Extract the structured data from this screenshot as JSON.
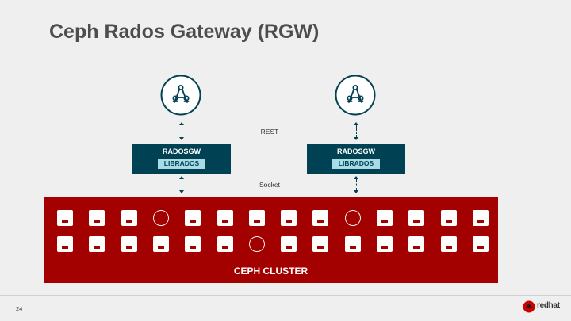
{
  "slide": {
    "title": "Ceph Rados Gateway (RGW)",
    "page_number": "24"
  },
  "diagram": {
    "clients": [
      {
        "name": "left-client",
        "icon": "s3-client-icon"
      },
      {
        "name": "right-client",
        "icon": "s3-client-icon"
      }
    ],
    "gateways": [
      {
        "label": "RADOSGW",
        "library": "LIBRADOS"
      },
      {
        "label": "RADOSGW",
        "library": "LIBRADOS"
      }
    ],
    "connections": {
      "top_label": "REST",
      "bottom_label": "Socket"
    },
    "cluster": {
      "label": "CEPH CLUSTER",
      "rows": [
        [
          "square",
          "square",
          "square",
          "circle",
          "square",
          "square",
          "square",
          "square",
          "square",
          "circle",
          "square",
          "square",
          "square",
          "square"
        ],
        [
          "square",
          "square",
          "square",
          "square",
          "square",
          "square",
          "circle",
          "square",
          "square",
          "square",
          "square",
          "square",
          "square",
          "square"
        ]
      ]
    }
  },
  "logo": {
    "text": "redhat",
    "icon": "redhat-logo-icon"
  },
  "colors": {
    "background": "#efefef",
    "title": "#4d4d4d",
    "gateway": "#004153",
    "library": "#a7dbe6",
    "cluster": "#a30000"
  }
}
